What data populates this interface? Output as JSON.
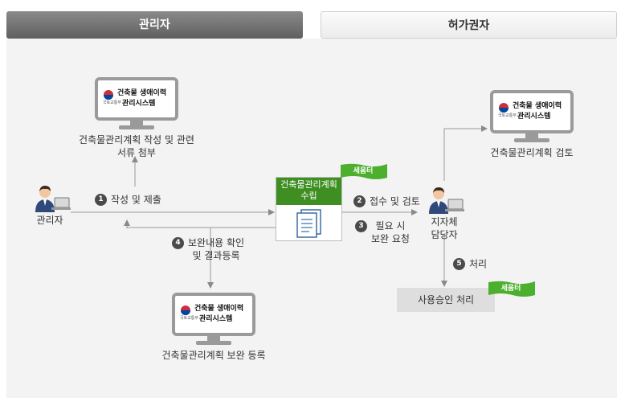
{
  "tabs": {
    "admin": "관리자",
    "permit": "허가권자"
  },
  "monitor": {
    "brand_top": "건축물 생애이력",
    "brand_bottom": "관리시스템",
    "ministry": "국토교통부"
  },
  "actors": {
    "admin": "관리자",
    "local_line1": "지자체",
    "local_line2": "담당자"
  },
  "nodes": {
    "monitor_top_caption_line1": "건축물관리계획 작성 및 관련",
    "monitor_top_caption_line2": "서류 첨부",
    "monitor_bottom_caption": "건축물관리계획 보완 등록",
    "monitor_right_caption": "건축물관리계획 검토",
    "center_title_line1": "건축물관리계획",
    "center_title_line2": "수립",
    "center_badge": "세움터",
    "approval": "사용승인 처리",
    "approval_badge": "세움터"
  },
  "steps": [
    {
      "num": "1",
      "line1": "작성 및 제출"
    },
    {
      "num": "2",
      "line1": "접수 및 검토"
    },
    {
      "num": "3",
      "line1": "필요 시",
      "line2": "보완 요청"
    },
    {
      "num": "4",
      "line1": "보완내용 확인",
      "line2": "및 결과등록"
    },
    {
      "num": "5",
      "line1": "처리"
    }
  ],
  "colors": {
    "green": "#3e8e22",
    "badge_green": "#4caf2e",
    "arrow": "#8a8a8a",
    "tab_dark": "#6e6e6e"
  }
}
